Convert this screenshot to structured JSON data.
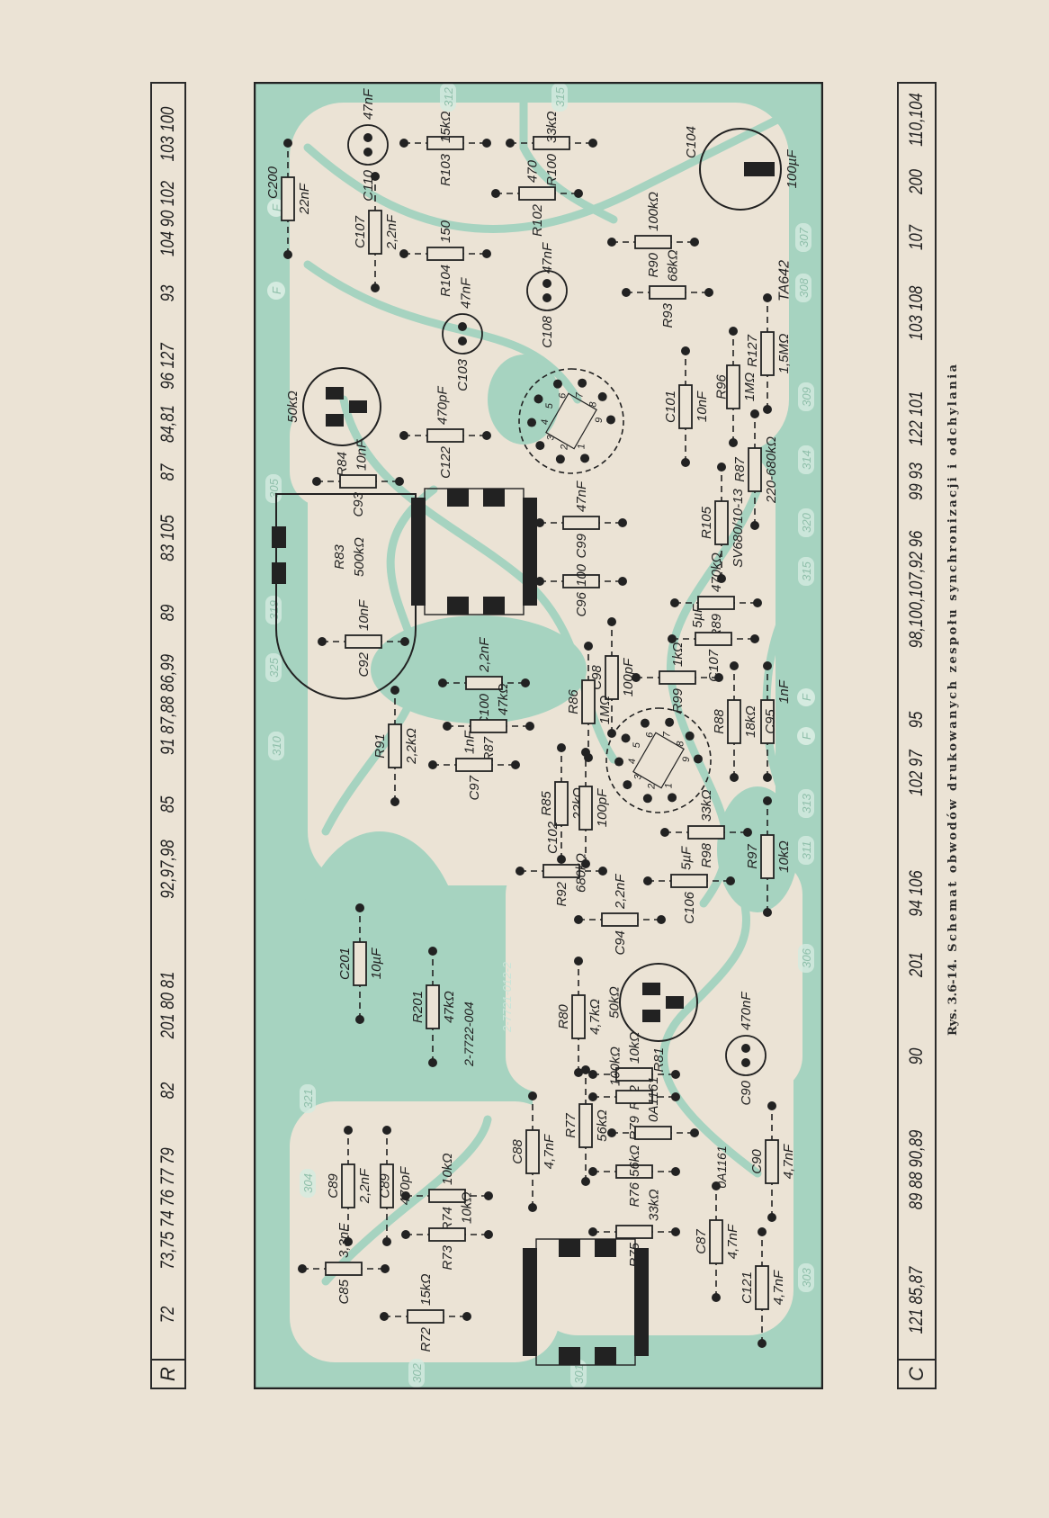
{
  "r_table": {
    "header": "R",
    "items": [
      "72",
      "73,75 74 76 77 79",
      "82",
      "201 80 81",
      "92,97,98",
      "85",
      "91 87,88 86,99",
      "89",
      "83 105",
      "87",
      "84,81",
      "96 127",
      "93",
      "104 90 102",
      "103 100"
    ]
  },
  "c_table": {
    "header": "C",
    "items": [
      "121 85,87",
      "89 88 90,89",
      "90",
      "201",
      "94 106",
      "102 97",
      "95",
      "98,100,107,92 96",
      "99 93",
      "122 101",
      "103 108",
      "107",
      "200",
      "110,104"
    ]
  },
  "caption": {
    "label": "Rys. 3.6-14.",
    "text": "Schemat obwodów drukowanych zespołu synchronizacji i odchylania"
  },
  "board": {
    "components": [
      {
        "ref": "C200",
        "value": "22nF"
      },
      {
        "ref": "C110",
        "value": "47nF"
      },
      {
        "ref": "R103",
        "value": "15kΩ"
      },
      {
        "ref": "R100",
        "value": "33kΩ"
      },
      {
        "ref": "C104",
        "value": "100µF"
      },
      {
        "ref": "R102",
        "value": "470"
      },
      {
        "ref": "C107",
        "value": "2,2nF"
      },
      {
        "ref": "R104",
        "value": "150"
      },
      {
        "ref": "R90",
        "value": "100kΩ"
      },
      {
        "ref": "R93",
        "value": "68kΩ"
      },
      {
        "ref": "C108",
        "value": "47nF"
      },
      {
        "ref": "C103",
        "value": "47nF"
      },
      {
        "ref": "R84",
        "value": "50kΩ"
      },
      {
        "ref": "C122",
        "value": "470pF"
      },
      {
        "ref": "C101",
        "value": "10nF"
      },
      {
        "ref": "R96",
        "value": "1MΩ"
      },
      {
        "ref": "R127",
        "value": "1,5MΩ"
      },
      {
        "ref": "R87",
        "value": "220-680kΩ"
      },
      {
        "ref": "R105",
        "value": "SV680/10-13"
      },
      {
        "ref": "C93",
        "value": "10nF"
      },
      {
        "ref": "R83",
        "value": "500kΩ"
      },
      {
        "ref": "C99",
        "value": "47nF"
      },
      {
        "ref": "C96",
        "value": "100"
      },
      {
        "ref": "R89",
        "value": "470kΩ"
      },
      {
        "ref": "C107",
        "value": "5µF"
      },
      {
        "ref": "C92",
        "value": "10nF"
      },
      {
        "ref": "C100",
        "value": "2,2nF"
      },
      {
        "ref": "C98",
        "value": "100pF"
      },
      {
        "ref": "R99",
        "value": "1kΩ"
      },
      {
        "ref": "R86",
        "value": "1MΩ"
      },
      {
        "ref": "R88",
        "value": "18kΩ"
      },
      {
        "ref": "C95",
        "value": "1nF"
      },
      {
        "ref": "R91",
        "value": "2,2kΩ"
      },
      {
        "ref": "R87",
        "value": "47kΩ"
      },
      {
        "ref": "C97",
        "value": "1nF"
      },
      {
        "ref": "R85",
        "value": "22kΩ"
      },
      {
        "ref": "C102",
        "value": "100pF"
      },
      {
        "ref": "R98",
        "value": "33kΩ"
      },
      {
        "ref": "R97",
        "value": "10kΩ"
      },
      {
        "ref": "R92",
        "value": "680kΩ"
      },
      {
        "ref": "C106",
        "value": "5µF"
      },
      {
        "ref": "C94",
        "value": "2,2nF"
      },
      {
        "ref": "C201",
        "value": "10µF"
      },
      {
        "ref": "R201",
        "value": "47kΩ"
      },
      {
        "ref": "R80",
        "value": "4,7kΩ"
      },
      {
        "ref": "R81",
        "value": "50kΩ"
      },
      {
        "ref": "C90",
        "value": "470nF"
      },
      {
        "ref": "R82",
        "value": "10kΩ"
      },
      {
        "ref": "R79",
        "value": "100kΩ"
      },
      {
        "ref": "",
        "value": "0A1161"
      },
      {
        "ref": "R77",
        "value": "56kΩ"
      },
      {
        "ref": "C88",
        "value": "4,7nF"
      },
      {
        "ref": "R76",
        "value": "56kΩ"
      },
      {
        "ref": "C90",
        "value": "4,7nF"
      },
      {
        "ref": "R75",
        "value": "33kΩ"
      },
      {
        "ref": "C87",
        "value": "4,7nF"
      },
      {
        "ref": "C121",
        "value": "4,7nF"
      },
      {
        "ref": "C89",
        "value": "2,2nF"
      },
      {
        "ref": "C89",
        "value": "470pF"
      },
      {
        "ref": "R74",
        "value": "10kΩ"
      },
      {
        "ref": "R73",
        "value": "10kΩ"
      },
      {
        "ref": "C85",
        "value": "3,3nF"
      },
      {
        "ref": "R72",
        "value": "15kΩ"
      }
    ],
    "tube_pins": [
      "1",
      "2",
      "3",
      "4",
      "5",
      "6",
      "7",
      "8",
      "9"
    ],
    "pad_numbers": [
      "312",
      "315",
      "307",
      "308",
      "309",
      "314",
      "320",
      "315",
      "313",
      "311",
      "306",
      "303",
      "301",
      "302",
      "304",
      "321",
      "310",
      "325",
      "319",
      "305"
    ],
    "marks": [
      "F",
      "F",
      "F",
      "F"
    ],
    "board_code": "TA642",
    "part_number": "2-7721-012-2",
    "r201_part": "2-7722-004",
    "diode_label": "0A1161"
  },
  "colors": {
    "paper": "#ebe3d5",
    "copper": "#a6d3c0",
    "ink": "#222222"
  }
}
